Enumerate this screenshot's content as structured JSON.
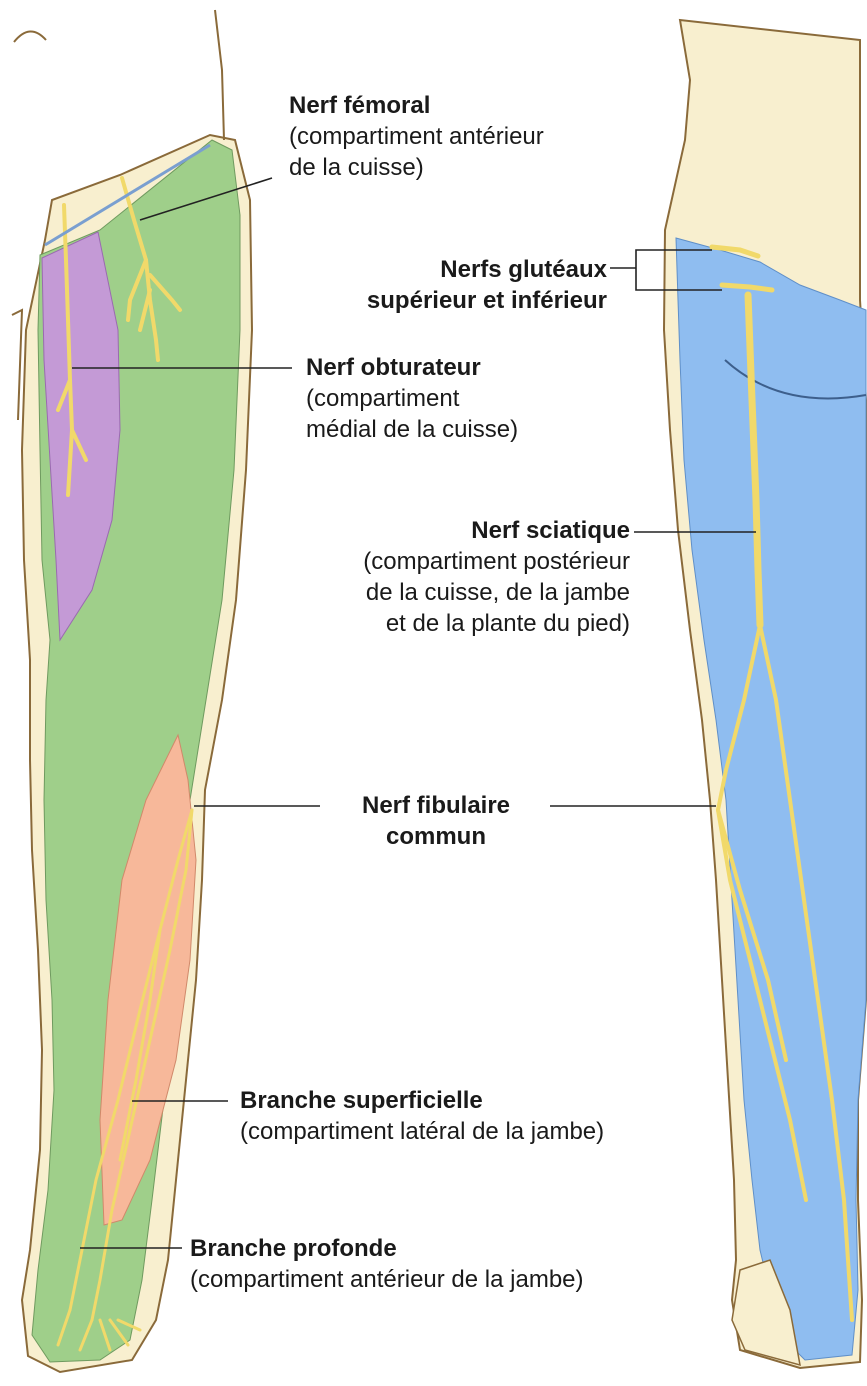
{
  "colors": {
    "skin": "#f8efcf",
    "outline": "#8a6a3a",
    "green_compartment": "#9fcf8a",
    "purple_compartment": "#c49ad6",
    "orange_compartment": "#f7b89a",
    "blue_compartment": "#8fbdf0",
    "nerve": "#f1d96a",
    "leader": "#222222"
  },
  "labels": {
    "femoral": {
      "title": "Nerf fémoral",
      "lines": [
        "(compartiment antérieur",
        "de la cuisse)"
      ]
    },
    "gluteal": {
      "lines": [
        "Nerfs glutéaux",
        "supérieur et inférieur"
      ]
    },
    "obturator": {
      "title": "Nerf obturateur",
      "lines": [
        "(compartiment",
        "médial de la cuisse)"
      ]
    },
    "sciatic": {
      "title": "Nerf sciatique",
      "lines": [
        "(compartiment postérieur",
        "de la cuisse, de la jambe",
        "et de la plante du pied)"
      ]
    },
    "common_fibular": {
      "lines": [
        "Nerf fibulaire",
        "commun"
      ]
    },
    "superficial": {
      "title": "Branche superficielle",
      "lines": [
        "(compartiment latéral de la jambe)"
      ]
    },
    "deep": {
      "title": "Branche profonde",
      "lines": [
        "(compartiment antérieur de la jambe)"
      ]
    }
  }
}
